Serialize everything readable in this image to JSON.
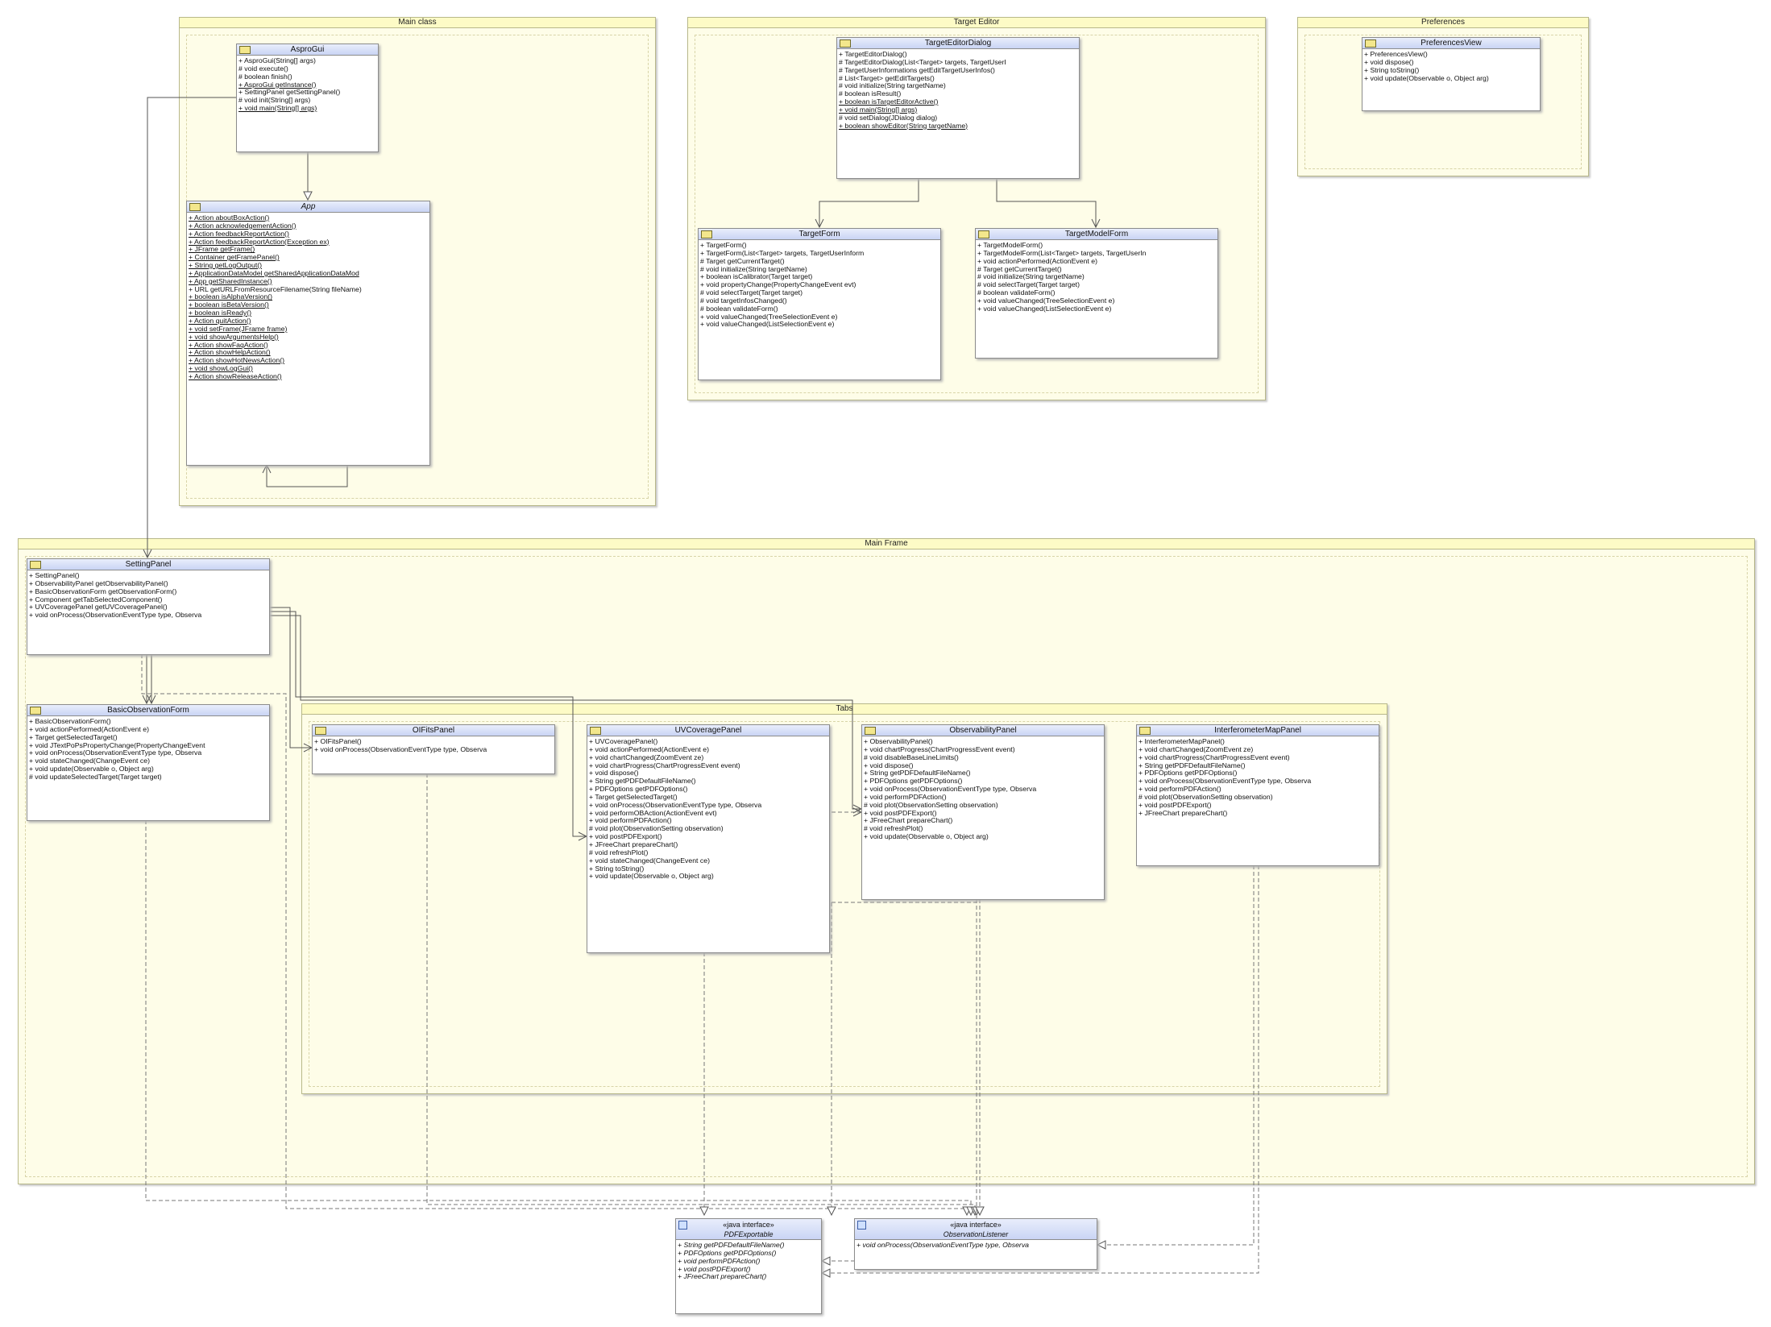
{
  "packages": {
    "main_class": "Main class",
    "target_editor": "Target Editor",
    "preferences": "Preferences",
    "main_frame": "Main Frame",
    "tabs": "Tabs"
  },
  "classes": {
    "asprogui": {
      "name": "AsproGui",
      "members": [
        {
          "text": "+ AsproGui(String[] args)"
        },
        {
          "text": "# void execute()"
        },
        {
          "text": "# boolean finish()"
        },
        {
          "text": "+ AsproGui getInstance()",
          "static": true
        },
        {
          "text": "+ SettingPanel getSettingPanel()"
        },
        {
          "text": "# void init(String[] args)"
        },
        {
          "text": "+ void main(String[] args)",
          "static": true
        }
      ]
    },
    "app": {
      "name": "App",
      "italic": true,
      "members": [
        {
          "text": "+ Action aboutBoxAction()",
          "static": true
        },
        {
          "text": "+ Action acknowledgementAction()",
          "static": true
        },
        {
          "text": "+ Action feedbackReportAction()",
          "static": true
        },
        {
          "text": "+ Action feedbackReportAction(Exception ex)",
          "static": true
        },
        {
          "text": "+ JFrame getFrame()",
          "static": true
        },
        {
          "text": "+ Container getFramePanel()",
          "static": true
        },
        {
          "text": "+ String getLogOutput()",
          "static": true
        },
        {
          "text": "+ ApplicationDataModel getSharedApplicationDataMod",
          "static": true
        },
        {
          "text": "+ App getSharedInstance()",
          "static": true
        },
        {
          "text": "+ URL getURLFromResourceFilename(String fileName)"
        },
        {
          "text": "+ boolean isAlphaVersion()",
          "static": true
        },
        {
          "text": "+ boolean isBetaVersion()",
          "static": true
        },
        {
          "text": "+ boolean isReady()",
          "static": true
        },
        {
          "text": "+ Action quitAction()",
          "static": true
        },
        {
          "text": "+ void setFrame(JFrame frame)",
          "static": true
        },
        {
          "text": "+ void showArgumentsHelp()",
          "static": true
        },
        {
          "text": "+ Action showFaqAction()",
          "static": true
        },
        {
          "text": "+ Action showHelpAction()",
          "static": true
        },
        {
          "text": "+ Action showHotNewsAction()",
          "static": true
        },
        {
          "text": "+ void showLogGui()",
          "static": true
        },
        {
          "text": "+ Action showReleaseAction()",
          "static": true
        }
      ]
    },
    "targeteditordialog": {
      "name": "TargetEditorDialog",
      "members": [
        {
          "text": "+ TargetEditorDialog()"
        },
        {
          "text": "# TargetEditorDialog(List<Target> targets, TargetUserI"
        },
        {
          "text": "# TargetUserInformations getEditTargetUserInfos()"
        },
        {
          "text": "# List<Target> getEditTargets()"
        },
        {
          "text": "# void initialize(String targetName)"
        },
        {
          "text": "# boolean isResult()"
        },
        {
          "text": "+ boolean isTargetEditorActive()",
          "static": true
        },
        {
          "text": "+ void main(String[] args)",
          "static": true
        },
        {
          "text": "# void setDialog(JDialog dialog)"
        },
        {
          "text": "+ boolean showEditor(String targetName)",
          "static": true
        }
      ]
    },
    "targetform": {
      "name": "TargetForm",
      "members": [
        {
          "text": "+ TargetForm()"
        },
        {
          "text": "+ TargetForm(List<Target> targets, TargetUserInform"
        },
        {
          "text": "# Target getCurrentTarget()"
        },
        {
          "text": "# void initialize(String targetName)"
        },
        {
          "text": "+ boolean isCalibrator(Target target)"
        },
        {
          "text": "+ void propertyChange(PropertyChangeEvent evt)"
        },
        {
          "text": "# void selectTarget(Target target)"
        },
        {
          "text": "# void targetInfosChanged()"
        },
        {
          "text": "# boolean validateForm()"
        },
        {
          "text": "+ void valueChanged(TreeSelectionEvent e)"
        },
        {
          "text": "+ void valueChanged(ListSelectionEvent e)"
        }
      ]
    },
    "targetmodelform": {
      "name": "TargetModelForm",
      "members": [
        {
          "text": "+ TargetModelForm()"
        },
        {
          "text": "+ TargetModelForm(List<Target> targets, TargetUserIn"
        },
        {
          "text": "+ void actionPerformed(ActionEvent e)"
        },
        {
          "text": "# Target getCurrentTarget()"
        },
        {
          "text": "# void initialize(String targetName)"
        },
        {
          "text": "# void selectTarget(Target target)"
        },
        {
          "text": "# boolean validateForm()"
        },
        {
          "text": "+ void valueChanged(TreeSelectionEvent e)"
        },
        {
          "text": "+ void valueChanged(ListSelectionEvent e)"
        }
      ]
    },
    "preferencesview": {
      "name": "PreferencesView",
      "members": [
        {
          "text": "+ PreferencesView()"
        },
        {
          "text": "+ void dispose()"
        },
        {
          "text": "+ String toString()"
        },
        {
          "text": "+ void update(Observable o, Object arg)"
        }
      ]
    },
    "settingpanel": {
      "name": "SettingPanel",
      "members": [
        {
          "text": "+ SettingPanel()"
        },
        {
          "text": "+ ObservabilityPanel getObservabilityPanel()"
        },
        {
          "text": "+ BasicObservationForm getObservationForm()"
        },
        {
          "text": "+ Component getTabSelectedComponent()"
        },
        {
          "text": "+ UVCoveragePanel getUVCoveragePanel()"
        },
        {
          "text": "+ void onProcess(ObservationEventType type, Observa"
        }
      ]
    },
    "basicobservationform": {
      "name": "BasicObservationForm",
      "members": [
        {
          "text": "+ BasicObservationForm()"
        },
        {
          "text": "+ void actionPerformed(ActionEvent e)"
        },
        {
          "text": "+ Target getSelectedTarget()"
        },
        {
          "text": "+ void JTextPoPsPropertyChange(PropertyChangeEvent"
        },
        {
          "text": "+ void onProcess(ObservationEventType type, Observa"
        },
        {
          "text": "+ void stateChanged(ChangeEvent ce)"
        },
        {
          "text": "+ void update(Observable o, Object arg)"
        },
        {
          "text": "# void updateSelectedTarget(Target target)"
        }
      ]
    },
    "oifitspanel": {
      "name": "OIFitsPanel",
      "members": [
        {
          "text": "+ OIFitsPanel()"
        },
        {
          "text": "+ void onProcess(ObservationEventType type, Observa"
        }
      ]
    },
    "uvcoveragepanel": {
      "name": "UVCoveragePanel",
      "members": [
        {
          "text": "+ UVCoveragePanel()"
        },
        {
          "text": "+ void actionPerformed(ActionEvent e)"
        },
        {
          "text": "+ void chartChanged(ZoomEvent ze)"
        },
        {
          "text": "+ void chartProgress(ChartProgressEvent event)"
        },
        {
          "text": "+ void dispose()"
        },
        {
          "text": "+ String getPDFDefaultFileName()"
        },
        {
          "text": "+ PDFOptions getPDFOptions()"
        },
        {
          "text": "+ Target getSelectedTarget()"
        },
        {
          "text": "+ void onProcess(ObservationEventType type, Observa"
        },
        {
          "text": "+ void performOBAction(ActionEvent evt)"
        },
        {
          "text": "+ void performPDFAction()"
        },
        {
          "text": "# void plot(ObservationSetting observation)"
        },
        {
          "text": "+ void postPDFExport()"
        },
        {
          "text": "+ JFreeChart prepareChart()"
        },
        {
          "text": "# void refreshPlot()"
        },
        {
          "text": "+ void stateChanged(ChangeEvent ce)"
        },
        {
          "text": "+ String toString()"
        },
        {
          "text": "+ void update(Observable o, Object arg)"
        }
      ]
    },
    "observabilitypanel": {
      "name": "ObservabilityPanel",
      "members": [
        {
          "text": "+ ObservabilityPanel()"
        },
        {
          "text": "+ void chartProgress(ChartProgressEvent event)"
        },
        {
          "text": "# void disableBaseLineLimits()"
        },
        {
          "text": "+ void dispose()"
        },
        {
          "text": "+ String getPDFDefaultFileName()"
        },
        {
          "text": "+ PDFOptions getPDFOptions()"
        },
        {
          "text": "+ void onProcess(ObservationEventType type, Observa"
        },
        {
          "text": "+ void performPDFAction()"
        },
        {
          "text": "# void plot(ObservationSetting observation)"
        },
        {
          "text": "+ void postPDFExport()"
        },
        {
          "text": "+ JFreeChart prepareChart()"
        },
        {
          "text": "# void refreshPlot()"
        },
        {
          "text": "+ void update(Observable o, Object arg)"
        }
      ]
    },
    "interferometermappanel": {
      "name": "InterferometerMapPanel",
      "members": [
        {
          "text": "+ InterferometerMapPanel()"
        },
        {
          "text": "+ void chartChanged(ZoomEvent ze)"
        },
        {
          "text": "+ void chartProgress(ChartProgressEvent event)"
        },
        {
          "text": "+ String getPDFDefaultFileName()"
        },
        {
          "text": "+ PDFOptions getPDFOptions()"
        },
        {
          "text": "+ void onProcess(ObservationEventType type, Observa"
        },
        {
          "text": "+ void performPDFAction()"
        },
        {
          "text": "# void plot(ObservationSetting observation)"
        },
        {
          "text": "+ void postPDFExport()"
        },
        {
          "text": "+ JFreeChart prepareChart()"
        }
      ]
    },
    "pdfexportable": {
      "stereotype": "«java interface»",
      "name": "PDFExportable",
      "members": [
        {
          "text": "+ String getPDFDefaultFileName()"
        },
        {
          "text": "+ PDFOptions getPDFOptions()"
        },
        {
          "text": "+ void performPDFAction()"
        },
        {
          "text": "+ void postPDFExport()"
        },
        {
          "text": "+ JFreeChart prepareChart()"
        }
      ]
    },
    "observationlistener": {
      "stereotype": "«java interface»",
      "name": "ObservationListener",
      "members": [
        {
          "text": "+ void onProcess(ObservationEventType type, Observa"
        }
      ]
    }
  }
}
